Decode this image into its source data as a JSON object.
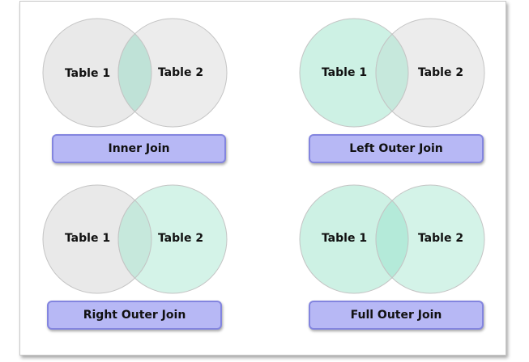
{
  "colors": {
    "neutral_fill": "#e9e9e9",
    "highlight_fill": "#cdf1e4",
    "inner_overlap_fill": "#bfe2d7",
    "full_overlap_fill": "#b4ead9",
    "circle_stroke": "#c4c4c4",
    "button_fill": "#b7b8f5",
    "button_border": "#8385df"
  },
  "diagrams": [
    {
      "name": "inner-join",
      "left_label": "Table 1",
      "right_label": "Table 2",
      "left_highlighted": false,
      "right_highlighted": false,
      "overlap_highlighted": true,
      "button_label": "Inner Join"
    },
    {
      "name": "left-outer-join",
      "left_label": "Table 1",
      "right_label": "Table 2",
      "left_highlighted": true,
      "right_highlighted": false,
      "overlap_highlighted": true,
      "button_label": "Left Outer Join"
    },
    {
      "name": "right-outer-join",
      "left_label": "Table 1",
      "right_label": "Table 2",
      "left_highlighted": false,
      "right_highlighted": true,
      "overlap_highlighted": true,
      "button_label": "Right Outer Join"
    },
    {
      "name": "full-outer-join",
      "left_label": "Table 1",
      "right_label": "Table 2",
      "left_highlighted": true,
      "right_highlighted": true,
      "overlap_highlighted": true,
      "button_label": "Full Outer Join"
    }
  ]
}
